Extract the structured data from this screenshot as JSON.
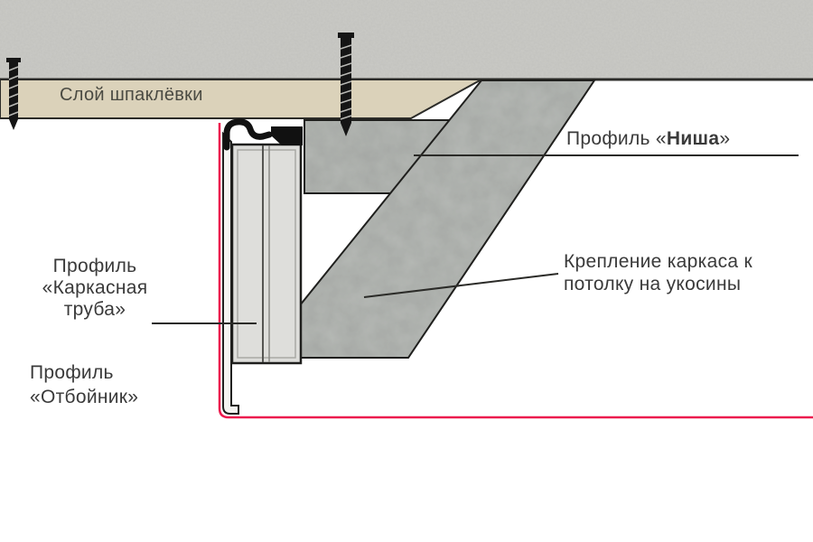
{
  "labels": {
    "putty": "Слой шпаклёвки",
    "nisha": {
      "prefix": "Профиль «",
      "name": "Ниша",
      "suffix": "»"
    },
    "bracing": {
      "lines": [
        "Крепление каркаса к",
        "потолку на укосины"
      ]
    },
    "frame_tube": {
      "lines": [
        "Профиль",
        "«Каркасная",
        "труба»"
      ]
    },
    "bumper": {
      "lines": [
        "Профиль",
        "«Отбойник»"
      ]
    }
  },
  "colors": {
    "red_contour": "#ec1a4e",
    "concrete_slab": "#cacac6",
    "putty_layer": "#dbd2ba",
    "galvanized_metal": "#b6b9b5",
    "frame_tube_fill": "#dededb",
    "outline": "#1f1f1d",
    "text": "#3a3a3a"
  }
}
